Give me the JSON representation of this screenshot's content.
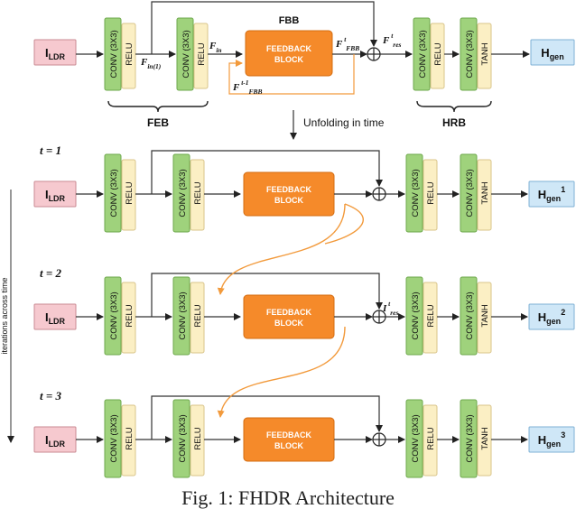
{
  "caption": "Fig. 1: FHDR Architecture",
  "colors": {
    "input_fill": "#f6c9cf",
    "input_stroke": "#c98a93",
    "conv_fill": "#9fd27c",
    "conv_stroke": "#6ea84c",
    "relu_fill": "#fbefc4",
    "relu_stroke": "#d9c48a",
    "feedback_fill": "#f58a2a",
    "feedback_stroke": "#d46c10",
    "output_fill": "#cfe7f7",
    "output_stroke": "#7fb2d6",
    "orange_arrow": "#f29a3c",
    "line": "#333333"
  },
  "top": {
    "input": {
      "main": "I",
      "sub": "LDR"
    },
    "conv_label": "CONV (3X3)",
    "relu_label": "RELU",
    "tanh_label": "TANH",
    "fbb_title": "FBB",
    "feedback_line1": "FEEDBACK",
    "feedback_line2": "BLOCK",
    "f_in1": {
      "main": "F",
      "sub": "in(1)"
    },
    "f_in": {
      "main": "F",
      "sub": "in"
    },
    "f_fbb_t": {
      "main": "F",
      "sup": "t",
      "sub": "FBB"
    },
    "f_res_t": {
      "main": "F",
      "sup": "t",
      "sub": "res"
    },
    "f_fbb_t1": {
      "main": "F",
      "sup": "t-1",
      "sub": "FBB"
    },
    "feb_label": "FEB",
    "hrb_label": "HRB",
    "output": {
      "main": "H",
      "sub": "gen"
    }
  },
  "unfold_label": "Unfolding in time",
  "side_label": "iterations across time",
  "rows": [
    {
      "t_label": "t = 1",
      "output_sup": "1",
      "res_label": null
    },
    {
      "t_label": "t = 2",
      "output_sup": "2",
      "res_label": {
        "main": "I",
        "sup": "t",
        "sub": "res"
      }
    },
    {
      "t_label": "t = 3",
      "output_sup": "3",
      "res_label": null
    }
  ]
}
